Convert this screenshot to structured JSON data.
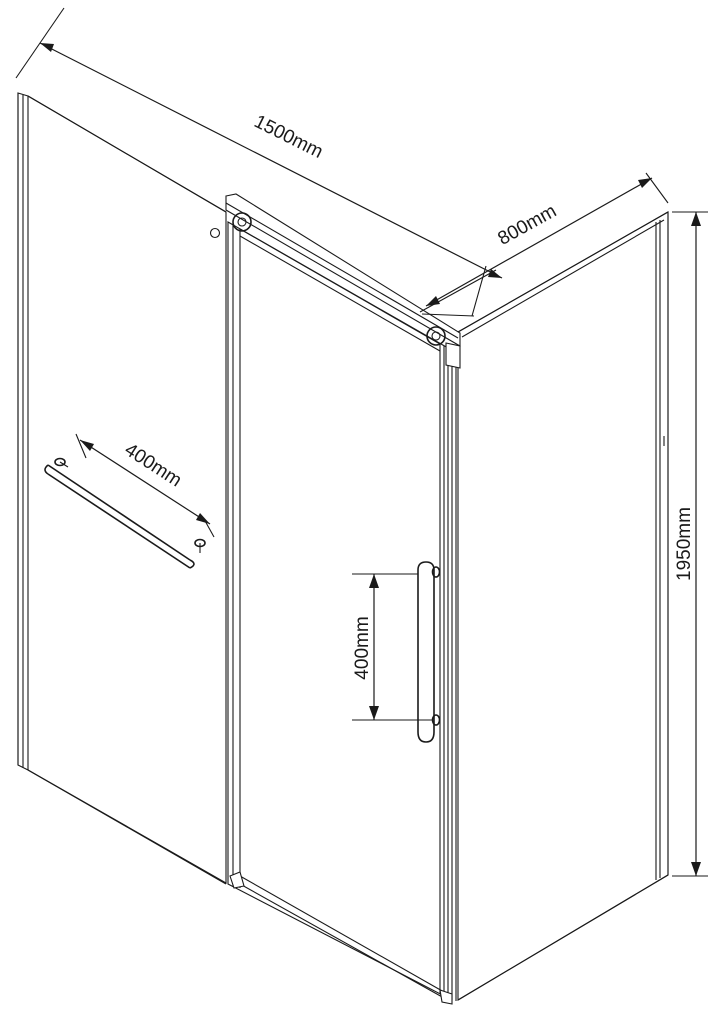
{
  "dimensions": {
    "total_width": "1500mm",
    "side_depth": "800mm",
    "height": "1950mm",
    "towel_bar_length": "400mm",
    "handle_length": "400mm"
  }
}
